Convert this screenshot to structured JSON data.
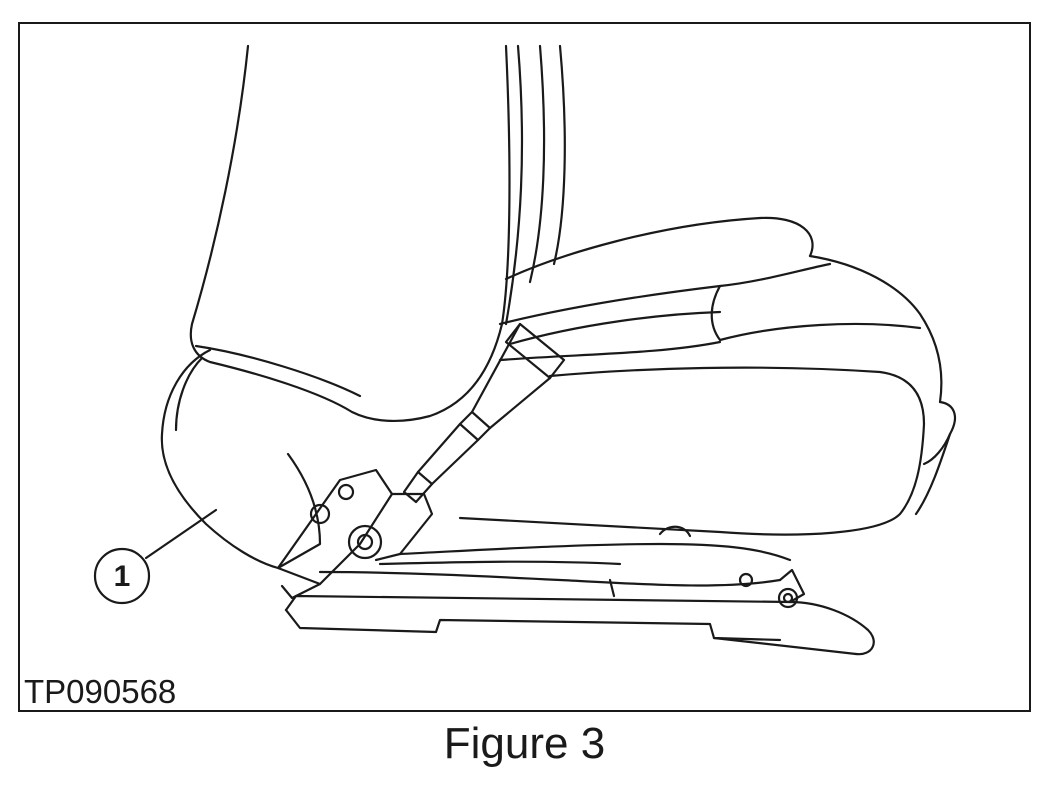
{
  "figure": {
    "id_label": "TP090568",
    "caption": "Figure 3",
    "callouts": [
      {
        "number": "1",
        "target": "seat-backrest-hinge-cover"
      }
    ]
  },
  "colors": {
    "line": "#1a1a1a",
    "background": "#ffffff"
  }
}
